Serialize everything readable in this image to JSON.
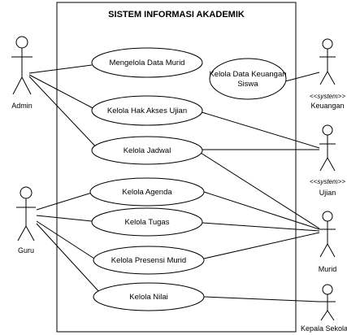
{
  "system": {
    "title": "SISTEM INFORMASI AKADEMIK"
  },
  "use_cases": {
    "mengelola_data_murid": "Mengelola Data Murid",
    "kelola_hak_akses_ujian": "Kelola Hak Akses Ujian",
    "kelola_jadwal": "Kelola Jadwal",
    "kelola_agenda": "Kelola Agenda",
    "kelola_tugas": "Kelola Tugas",
    "kelola_presensi_murid": "Kelola Presensi Murid",
    "kelola_nilai": "Kelola Nilai",
    "kelola_data_keuangan_line1": "Kelola Data Keuangan",
    "kelola_data_keuangan_line2": "Siswa"
  },
  "actors": {
    "admin": "Admin",
    "guru": "Guru",
    "keuangan_stereotype": "<<system>>",
    "keuangan": "Keuangan",
    "ujian_stereotype": "<<system>>",
    "ujian": "Ujian",
    "murid": "Murid",
    "kepala_sekolah": "Kepala Sekola"
  }
}
